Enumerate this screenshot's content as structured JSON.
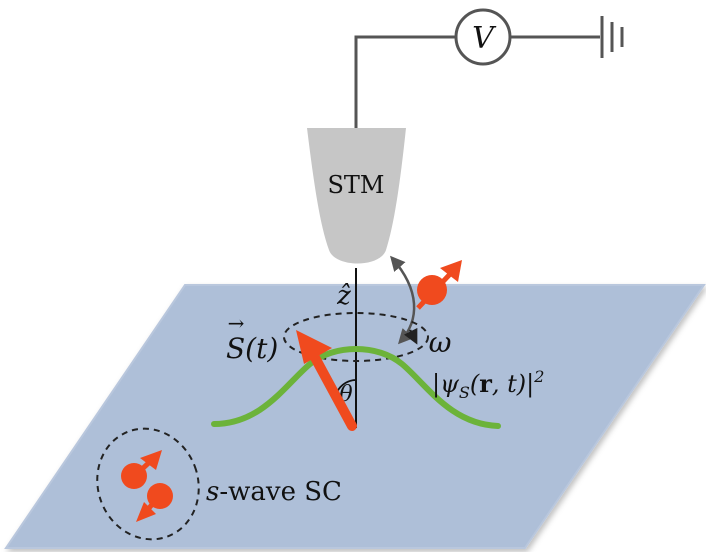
{
  "labels": {
    "voltmeter": "V",
    "tip": "STM",
    "z_axis": "ẑ",
    "angle": "θ",
    "spin": "S(t)",
    "spin_arrow_accent": "→",
    "frequency": "ω",
    "wavefunction": "|ψS(r, t)|²",
    "sc_italic": "s",
    "sc_rest": "-wave SC"
  },
  "colors": {
    "substrate": "#aebfd8",
    "substrate_edge": "#b9c7dd",
    "tip": "#c6c6c6",
    "wire": "#555555",
    "spin": "#f04a1e",
    "wave": "#6cb33a",
    "precession": "#222222",
    "tunnel_arrow": "#555555"
  },
  "icons": [
    "voltmeter-icon",
    "ground-icon",
    "spin-arrow-icon",
    "cooper-pair-icon"
  ]
}
